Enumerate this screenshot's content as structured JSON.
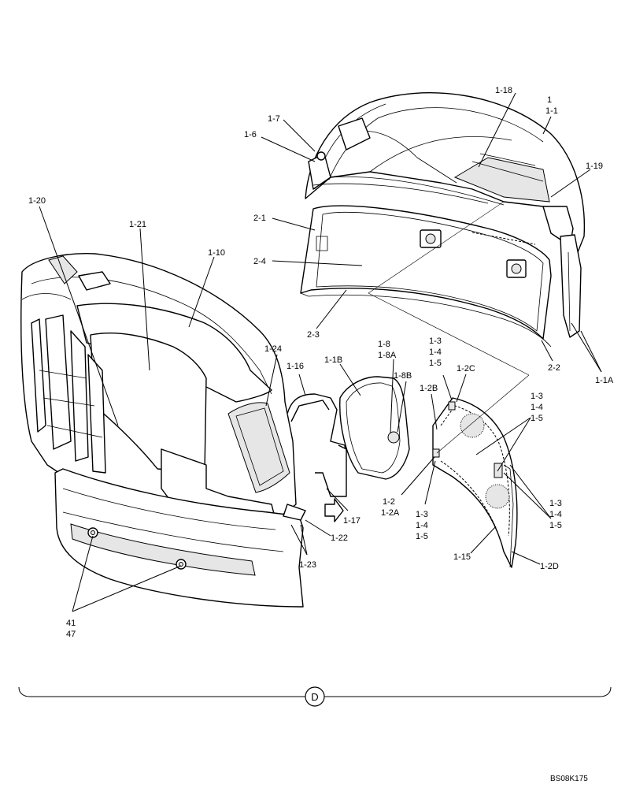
{
  "diagram": {
    "section_marker": "D",
    "reference_code": "BS08K175",
    "labels": {
      "l_1": "1",
      "l_1_1": "1-1",
      "l_1_18": "1-18",
      "l_1_7": "1-7",
      "l_1_6": "1-6",
      "l_1_19": "1-19",
      "l_1_20": "1-20",
      "l_1_21": "1-21",
      "l_1_10": "1-10",
      "l_2_1": "2-1",
      "l_2_4": "2-4",
      "l_2_3": "2-3",
      "l_2_2": "2-2",
      "l_1_1A": "1-1A",
      "l_1_24": "1-24",
      "l_1_16": "1-16",
      "l_1_1B": "1-1B",
      "l_1_8": "1-8",
      "l_1_8A": "1-8A",
      "l_1_8B": "1-8B",
      "l_grp_a_1": "1-3",
      "l_grp_a_2": "1-4",
      "l_grp_a_3": "1-5",
      "l_1_2C": "1-2C",
      "l_1_2B": "1-2B",
      "l_grp_b_1": "1-3",
      "l_grp_b_2": "1-4",
      "l_grp_b_3": "1-5",
      "l_1_2": "1-2",
      "l_1_2A": "1-2A",
      "l_1_17": "1-17",
      "l_grp_c_1": "1-3",
      "l_grp_c_2": "1-4",
      "l_grp_c_3": "1-5",
      "l_grp_d_1": "1-3",
      "l_grp_d_2": "1-4",
      "l_grp_d_3": "1-5",
      "l_1_22": "1-22",
      "l_1_23": "1-23",
      "l_1_15": "1-15",
      "l_1_2D": "1-2D",
      "l_41": "41",
      "l_47": "47"
    }
  }
}
